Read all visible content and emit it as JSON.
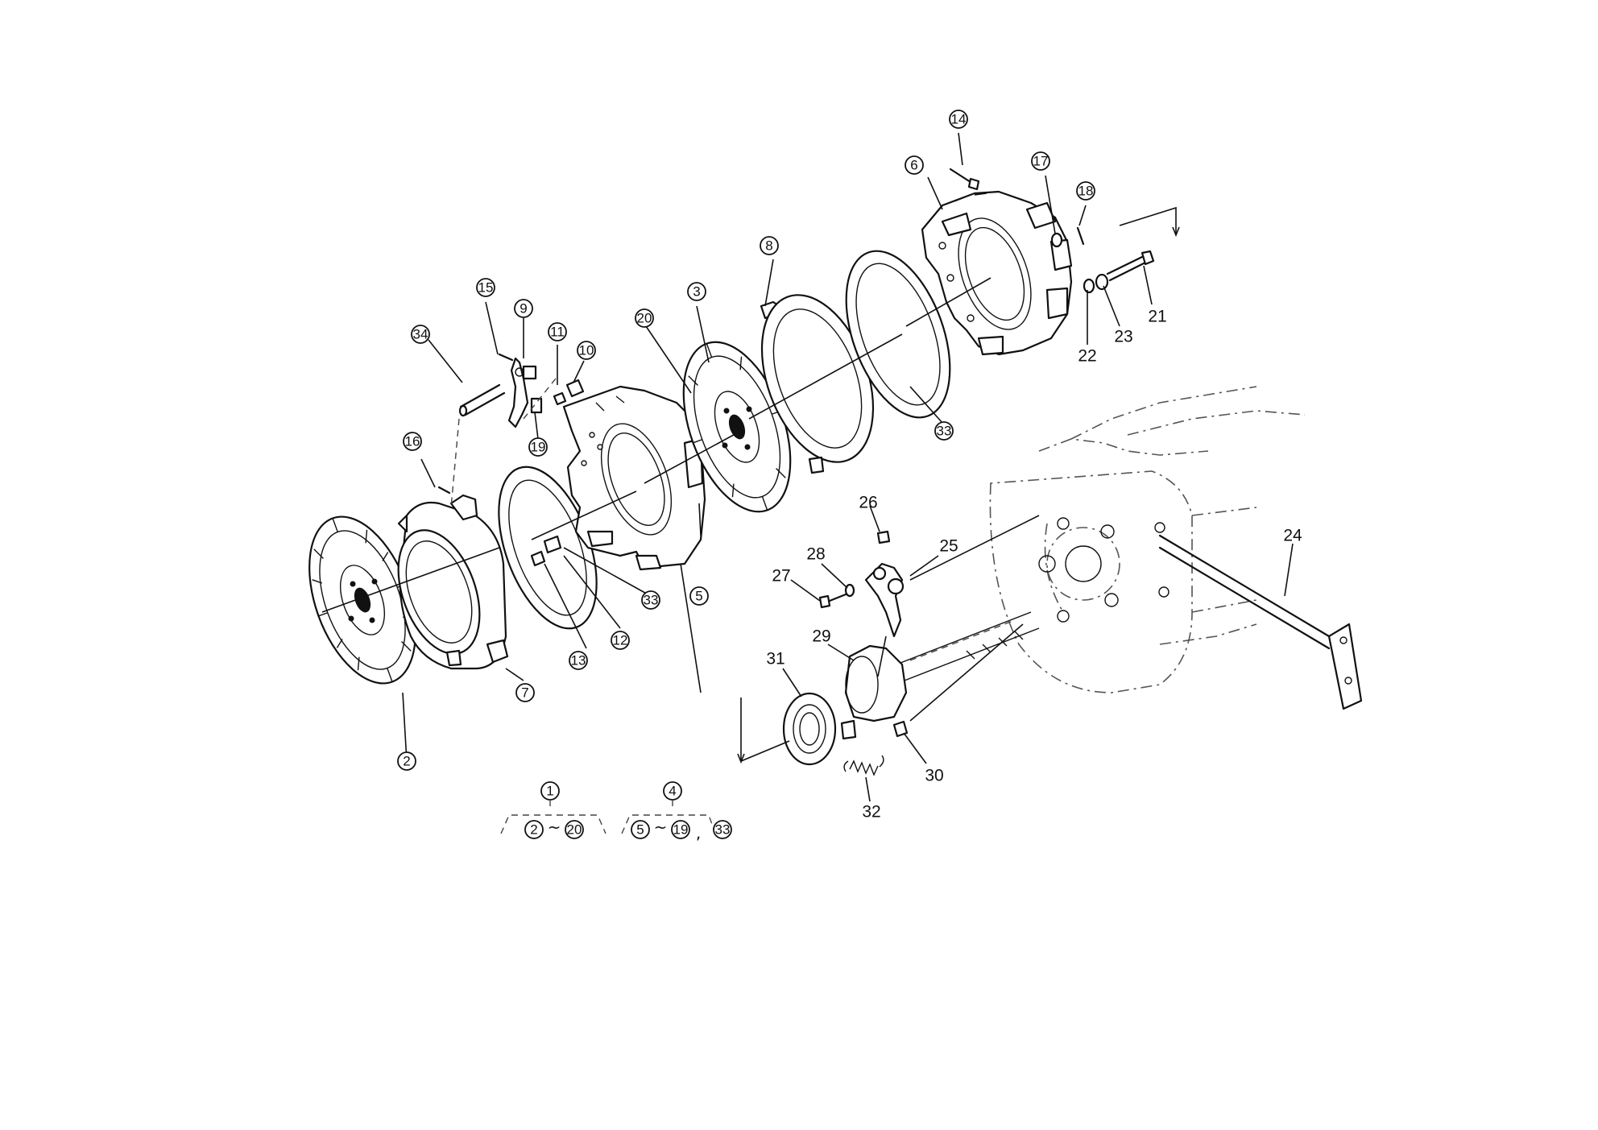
{
  "callouts": {
    "c1": "1",
    "c2": "2",
    "c3": "3",
    "c4": "4",
    "c5": "5",
    "c6": "6",
    "c7": "7",
    "c8": "8",
    "c9": "9",
    "c10": "10",
    "c11": "11",
    "c12": "12",
    "c13": "13",
    "c14": "14",
    "c15": "15",
    "c16": "16",
    "c17": "17",
    "c18": "18",
    "c19": "19",
    "c20": "20",
    "c33a": "33",
    "c33b": "33",
    "c34": "34",
    "g1_from": "2",
    "g1_to": "20",
    "g2_from": "5",
    "g2_to": "19",
    "g2_extra": "33"
  },
  "labels": {
    "p21": "21",
    "p22": "22",
    "p23": "23",
    "p24": "24",
    "p25": "25",
    "p26": "26",
    "p27": "27",
    "p28": "28",
    "p29": "29",
    "p30": "30",
    "p31": "31",
    "p32": "32"
  },
  "symbols": {
    "range": "~",
    "comma": ","
  }
}
